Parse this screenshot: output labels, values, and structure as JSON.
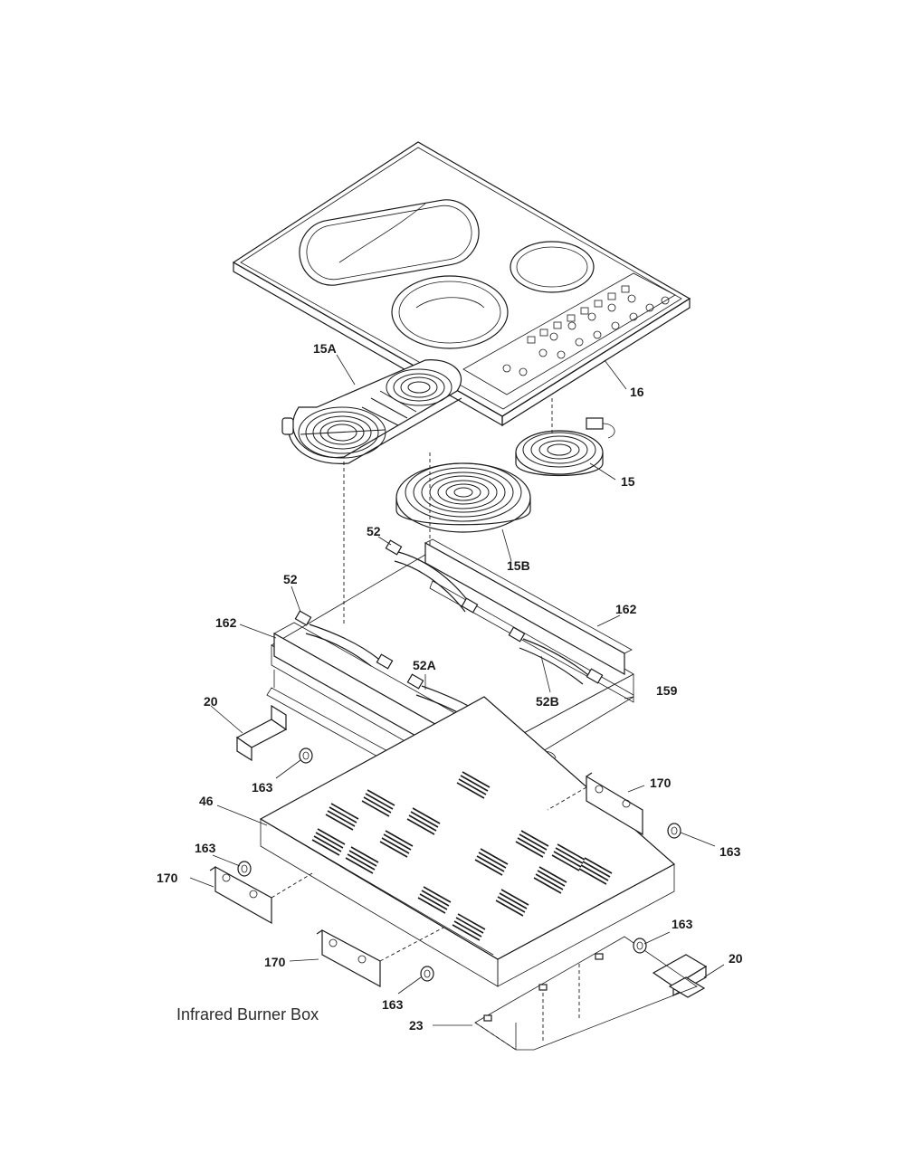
{
  "caption": "Infrared Burner Box",
  "labels": {
    "l16": "16",
    "l15A": "15A",
    "l15": "15",
    "l15B": "15B",
    "l52a": "52",
    "l52b": "52",
    "l162a": "162",
    "l162b": "162",
    "l52A": "52A",
    "l52B": "52B",
    "l159": "159",
    "l20a": "20",
    "l20b": "20",
    "l163a": "163",
    "l163b": "163",
    "l163c": "163",
    "l163d": "163",
    "l163e": "163",
    "l170a": "170",
    "l170b": "170",
    "l170c": "170",
    "l46": "46",
    "l23": "23"
  }
}
